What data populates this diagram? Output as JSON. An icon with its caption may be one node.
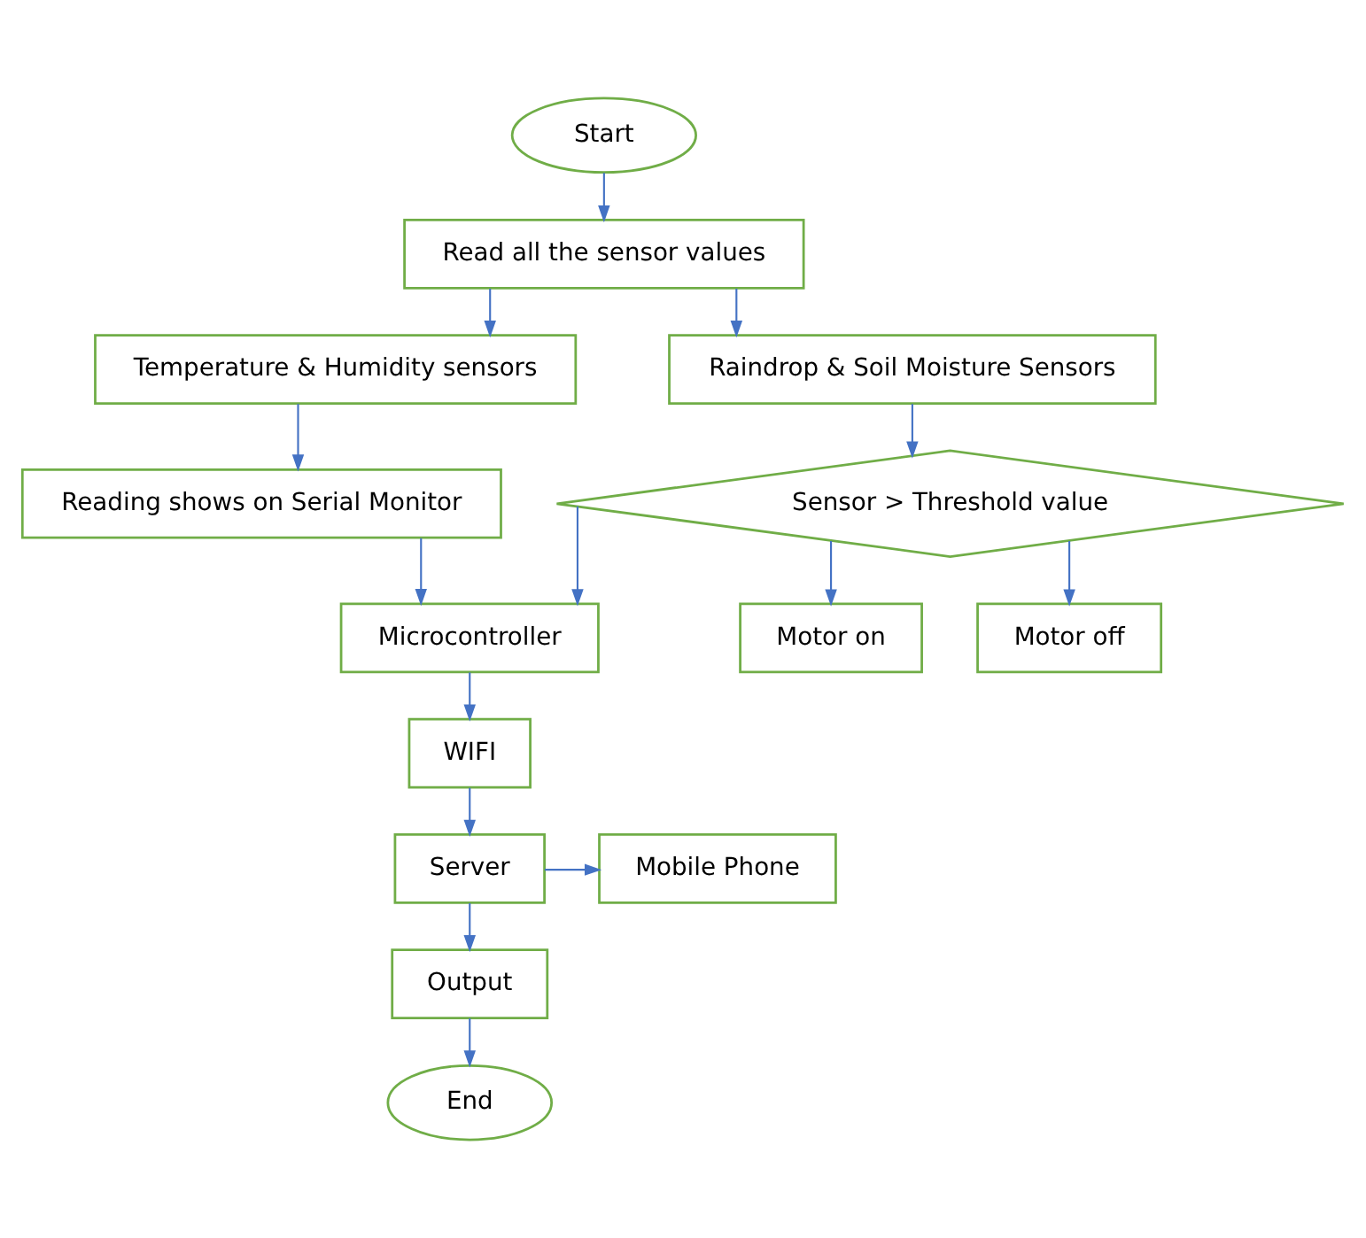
{
  "diagram": {
    "nodes": [
      {
        "text": [
          "Start"
        ]
      },
      {
        "text": [
          "Read all the sensor values"
        ]
      },
      {
        "text": [
          "Temperature & Humidity sensors"
        ]
      },
      {
        "text": [
          "Raindrop & Soil Moisture Sensors"
        ]
      },
      {
        "text": [
          "Reading shows on Serial Monitor"
        ]
      },
      {
        "text": [
          "Sensor > Threshold value"
        ]
      },
      {
        "text": [
          "Motor on"
        ]
      },
      {
        "text": [
          "Motor off"
        ]
      },
      {
        "text": [
          "Microcontroller"
        ]
      },
      {
        "text": [
          "WIFI"
        ]
      },
      {
        "text": [
          "Server"
        ]
      },
      {
        "text": [
          "Mobile Phone"
        ]
      },
      {
        "text": [
          "Output"
        ]
      },
      {
        "text": [
          "End"
        ]
      }
    ],
    "edges": [
      {
        "from": 0,
        "to": 1,
        "arrow": "to"
      },
      {
        "from": 1,
        "to": 2,
        "arrow": "to"
      },
      {
        "from": 1,
        "to": 3,
        "arrow": "to"
      },
      {
        "from": 2,
        "to": 4,
        "arrow": "to"
      },
      {
        "from": 3,
        "to": 5,
        "arrow": "to"
      },
      {
        "from": 5,
        "to": 6,
        "arrow": "to"
      },
      {
        "from": 5,
        "to": 7,
        "arrow": "to"
      },
      {
        "from": 4,
        "to": 8,
        "arrow": "to"
      },
      {
        "from": 5,
        "to": 8,
        "arrow": "to"
      },
      {
        "from": 8,
        "to": 9,
        "arrow": "to"
      },
      {
        "from": 9,
        "to": 10,
        "arrow": "to"
      },
      {
        "from": 10,
        "to": 11,
        "arrow": "to"
      },
      {
        "from": 10,
        "to": 12,
        "arrow": "to"
      },
      {
        "from": 12,
        "to": 13,
        "arrow": "to"
      }
    ]
  }
}
